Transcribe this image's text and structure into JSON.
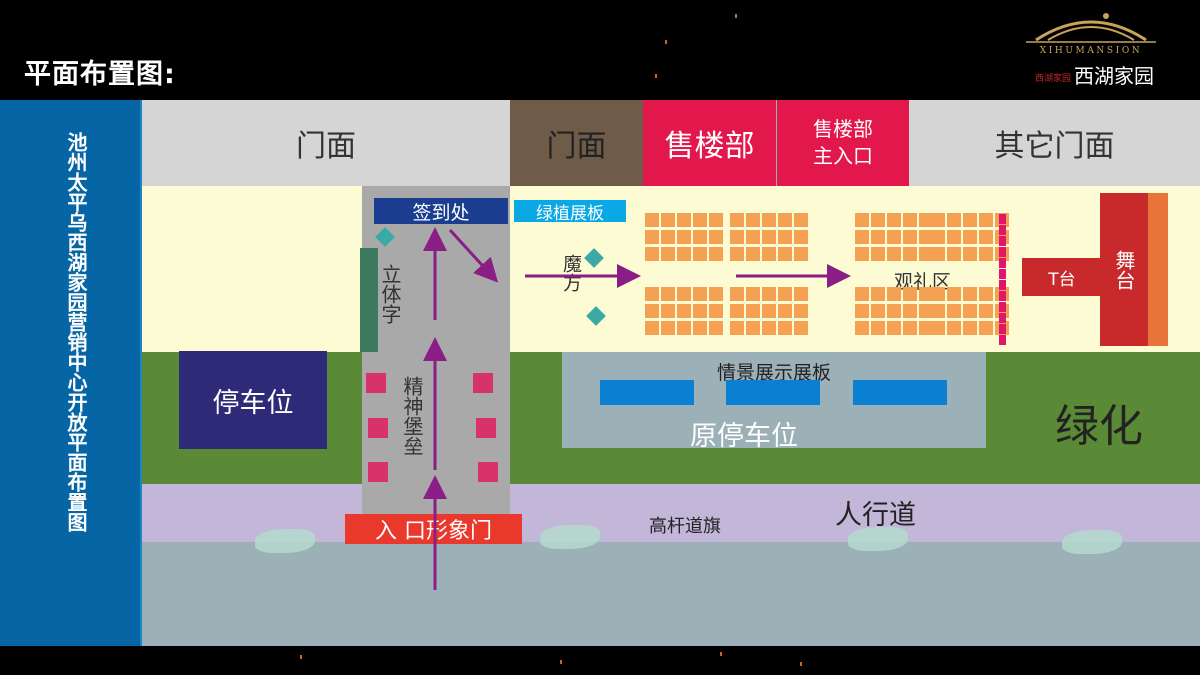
{
  "page": {
    "title": "平面布置图:"
  },
  "logo": {
    "en": "XIHUMANSION",
    "cn": "西湖家园",
    "mark_text": "西湖家园"
  },
  "sidebar": {
    "text": "池州太平乌西湖家园营销中心开放平面布置图"
  },
  "top_row": {
    "left_shop": "门面",
    "middle_shop": "门面",
    "sales": "售楼部",
    "sales_entrance": [
      "售楼部",
      "主入口"
    ],
    "other_shops": "其它门面"
  },
  "labels": {
    "signin": "签到处",
    "green_board": "绿植展板",
    "three_d_text": "立体字",
    "cube": "魔方",
    "viewing_area": "观礼区",
    "t_stage": "T台",
    "stage": "舞台",
    "parking": "停车位",
    "spirit_fortress": "精神堡垒",
    "scene_board": "情景展示展板",
    "old_parking": "原停车位",
    "greenery": "绿化",
    "sidewalk": "人行道",
    "flag_poles": "高杆道旗",
    "entrance_gate": "入 口形象门"
  },
  "colors": {
    "background": "#000000",
    "sidebar": "#0565a5",
    "shop_gray": "#d5d5d5",
    "shop_brown": "#6e5b48",
    "sales_red": "#e2174c",
    "cream": "#fdfbd3",
    "green": "#5a8a36",
    "sidewalk": "#c3b7d9",
    "road": "#9cb0b8",
    "corridor_gray": "#a9a9a9",
    "seat_orange": "#f4a154",
    "stage_red": "#c8292b",
    "stage_orange": "#e8743a",
    "signin_navy": "#1a3d8f",
    "parking_navy": "#2d2a78",
    "arrow_purple": "#8a1d86",
    "board_blue": "#0b7fd1",
    "entrance_red": "#e8392c"
  }
}
